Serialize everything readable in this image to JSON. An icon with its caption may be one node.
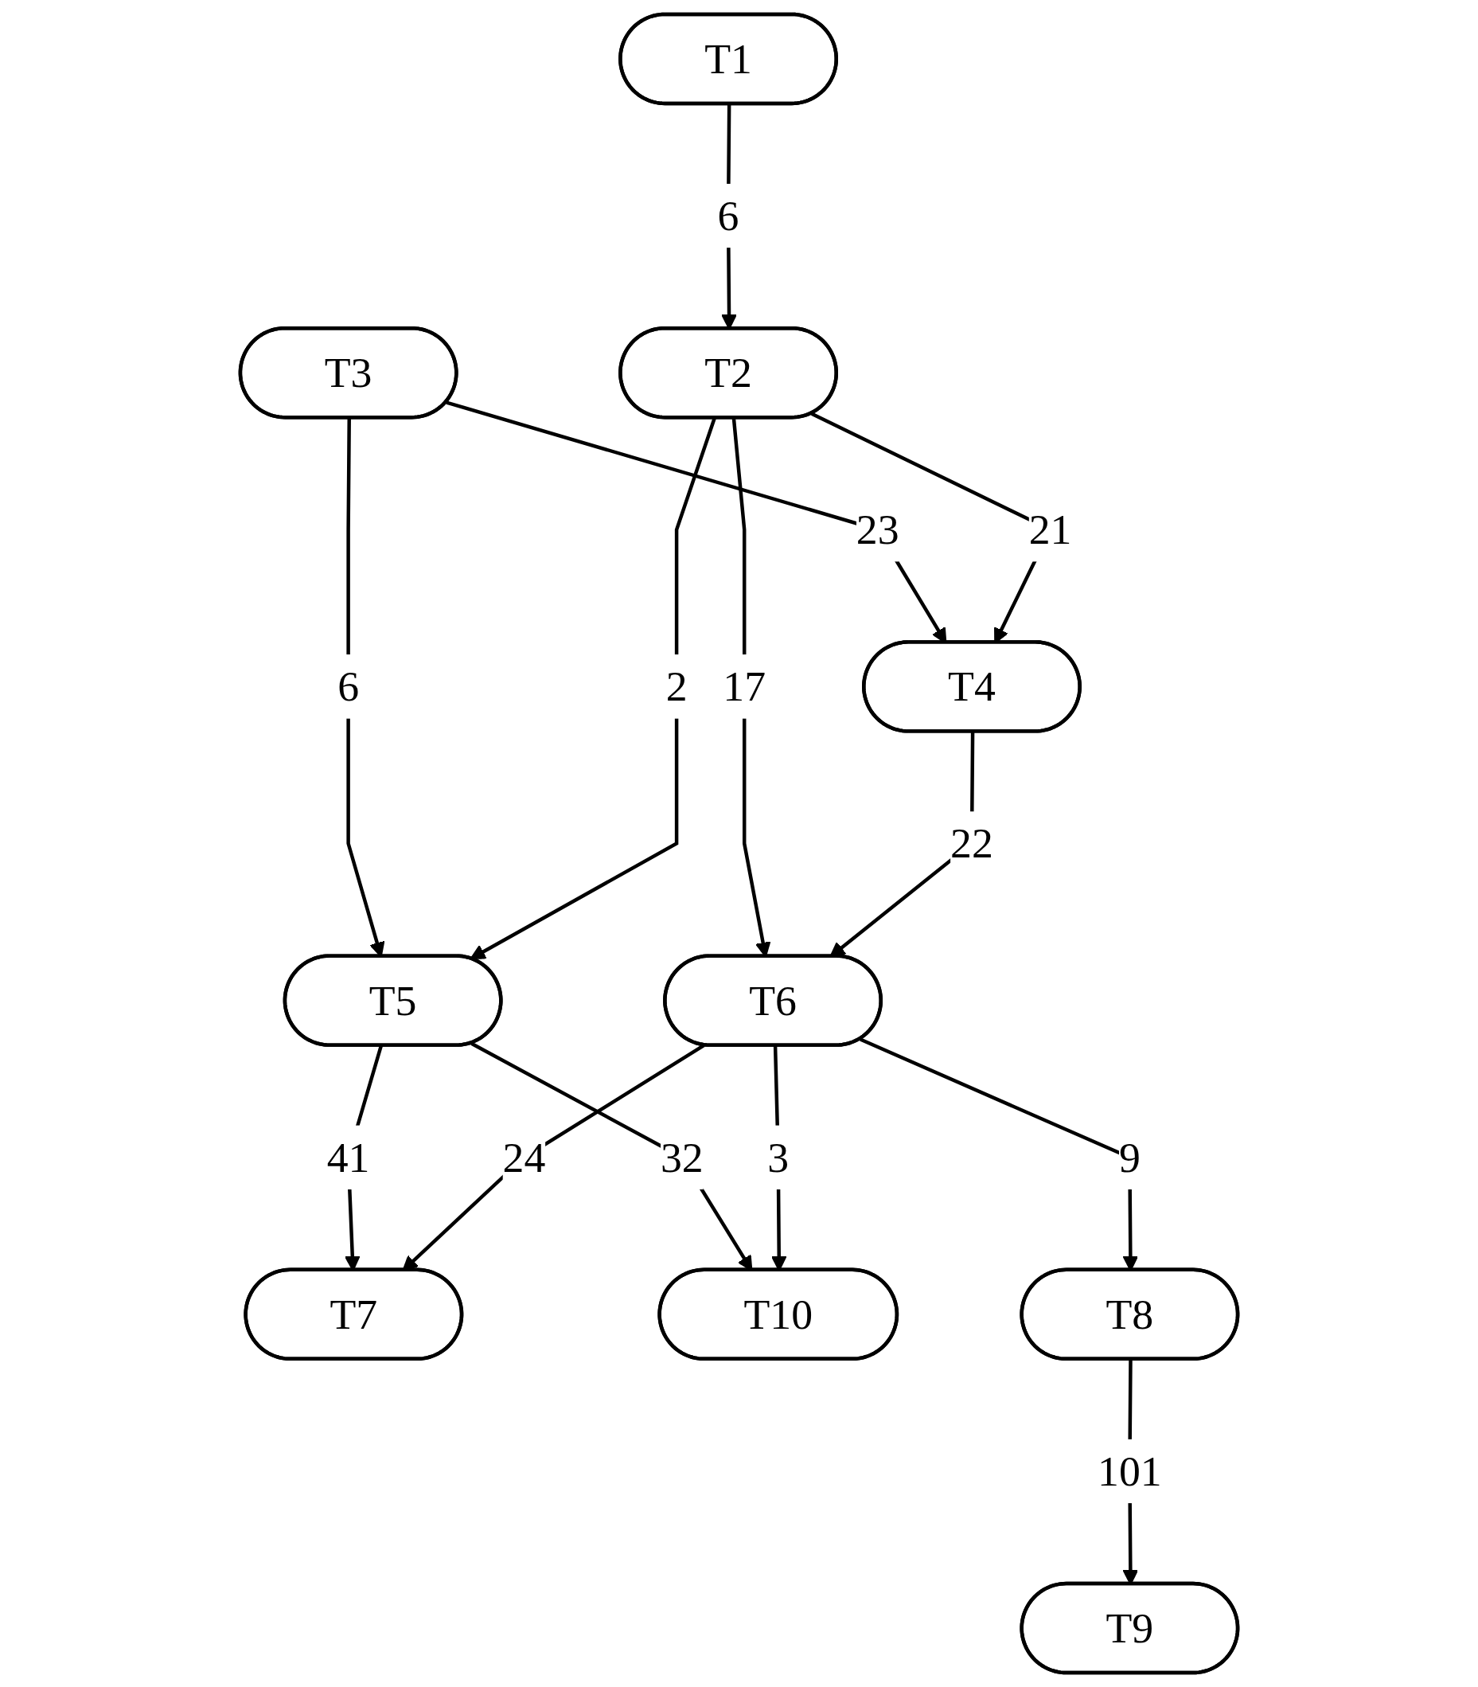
{
  "diagram": {
    "nodes": [
      {
        "text": [
          "T1"
        ]
      },
      {
        "text": [
          "T3"
        ]
      },
      {
        "text": [
          "T2"
        ]
      },
      {
        "text": [
          "T5"
        ]
      },
      {
        "text": [
          "T4"
        ]
      },
      {
        "text": [
          "T6"
        ]
      },
      {
        "text": [
          "T8"
        ]
      },
      {
        "text": [
          "T7"
        ]
      },
      {
        "text": [
          "T10"
        ]
      },
      {
        "text": [
          "T9"
        ]
      }
    ],
    "edges": [
      {
        "from": 0,
        "to": 2,
        "arrow": "to",
        "label": "6"
      },
      {
        "from": 1,
        "to": 3,
        "arrow": "to",
        "label": "6"
      },
      {
        "from": 1,
        "to": 4,
        "arrow": "to",
        "label": "23"
      },
      {
        "from": 2,
        "to": 3,
        "arrow": "to",
        "label": "2"
      },
      {
        "from": 2,
        "to": 4,
        "arrow": "to",
        "label": "21"
      },
      {
        "from": 2,
        "to": 5,
        "arrow": "to",
        "label": "17"
      },
      {
        "from": 4,
        "to": 5,
        "arrow": "to",
        "label": "22"
      },
      {
        "from": 3,
        "to": 7,
        "arrow": "to",
        "label": "41"
      },
      {
        "from": 3,
        "to": 8,
        "arrow": "to",
        "label": "32"
      },
      {
        "from": 5,
        "to": 7,
        "arrow": "to",
        "label": "24"
      },
      {
        "from": 5,
        "to": 8,
        "arrow": "to",
        "label": "3"
      },
      {
        "from": 5,
        "to": 6,
        "arrow": "to",
        "label": "9"
      },
      {
        "from": 6,
        "to": 9,
        "arrow": "to",
        "label": "101"
      }
    ]
  }
}
